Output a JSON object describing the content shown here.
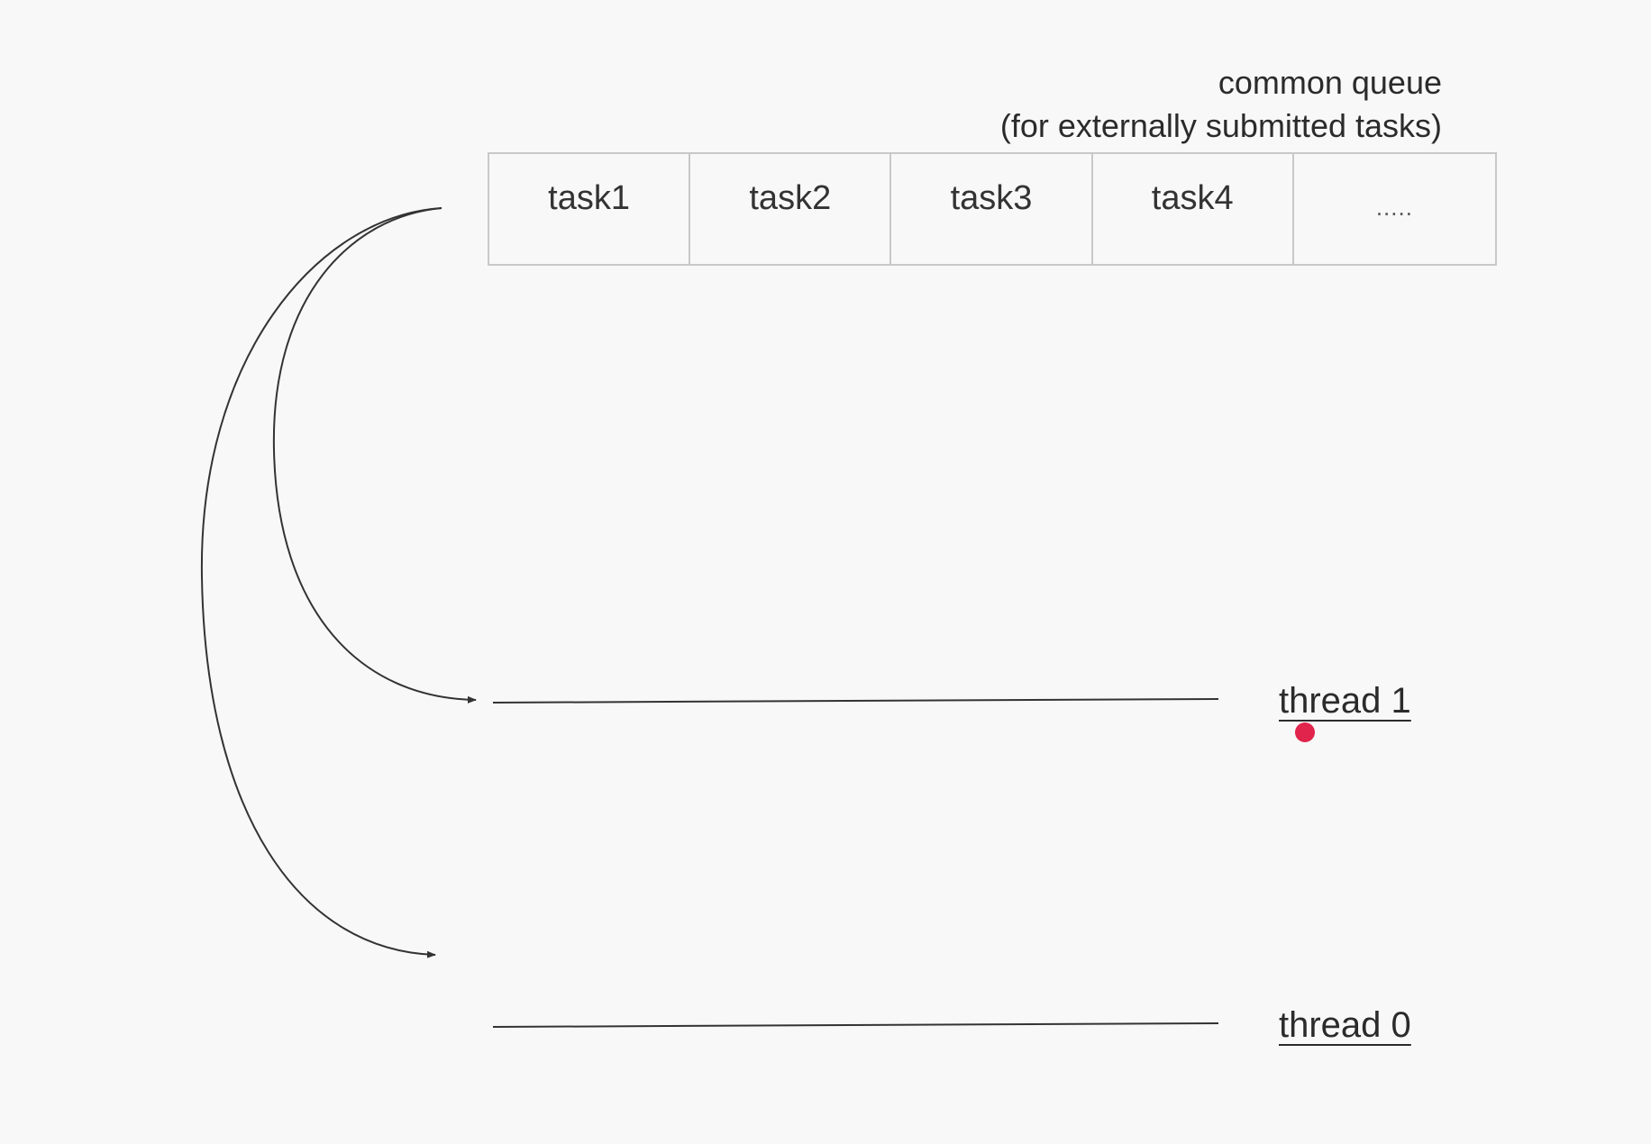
{
  "queue": {
    "caption_line1": "common queue",
    "caption_line2": "(for externally submitted tasks)",
    "cells": [
      "task1",
      "task2",
      "task3",
      "task4",
      "....."
    ]
  },
  "threads": {
    "thread1_label": "thread 1",
    "thread0_label": "thread 0"
  },
  "colors": {
    "background": "#f8f8f8",
    "line": "#333333",
    "cell_border": "#c8c8c8",
    "pointer": "#e0244c"
  }
}
